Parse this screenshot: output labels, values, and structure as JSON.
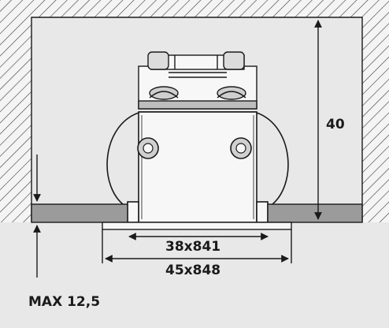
{
  "dimensions": {
    "height": "40",
    "inner_width": "38x841",
    "outer_width": "45x848",
    "max_thickness": "MAX 12,5"
  },
  "colors": {
    "background": "#e8e8e8",
    "ceiling_panel": "#9b9b9b",
    "outline": "#1a1a1a",
    "hatch": "#3a3a3a",
    "light": "#f7f7f7"
  }
}
